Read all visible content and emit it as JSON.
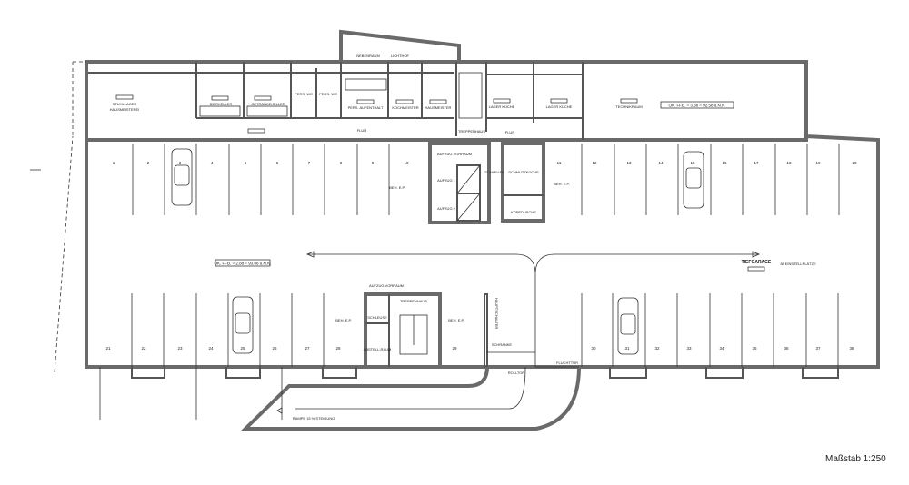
{
  "plan": {
    "scale_label": "Maßstab 1:250",
    "level_upper": "OK. FFB. = 3.38 = 92.58 ü.N.N.",
    "level_garage": "OK. FFB. = 2.88 = 93.08 ü.N.N.",
    "rooms": {
      "lichthof": "LICHTHOF",
      "vorraum": "NEBENRAUM",
      "stuhllager": "STUHLLAGER",
      "stuhllager2": "HAUSMEISTEREI",
      "bierkeller": "BIERKELLER",
      "getraenke": "GETRÄNKEKELLER",
      "wc1": "PERS. WC",
      "wc2": "PERS. WC",
      "aufenthalt": "PERS. AUFENTHALT",
      "kochmeister": "KOCHMEISTER",
      "hausmeister": "HAUSMEISTER",
      "lager1": "LAGER KÜCHE",
      "lager2": "LAGER KÜCHE",
      "technik": "TECHNIKRAUM",
      "flur1": "FLUR",
      "flur2": "FLUR",
      "treppenhaus": "TREPPENHAUS",
      "aufzug_vorraum": "AUFZUG VORRAUM",
      "aufzug1": "AUFZUG 1",
      "aufzug2": "AUFZUG 2",
      "schleuse": "SCHLEUSE",
      "schmutz": "SCHMUTZKÜCHE",
      "kopf": "KOPFDUSCHE",
      "tiefgarage": "TIEFGARAGE",
      "plaetze": "38 EINSTELLPLÄTZE",
      "beh_top_l": "BEH. E.P.",
      "beh_top_r": "BEH. E.P.",
      "beh_bot_l": "BEH. E.P.",
      "beh_bot_r": "BEH. E.P.",
      "aufzug_vorraum2": "AUFZUG VORRAUM",
      "treppenhaus2": "TREPPENHAUS",
      "schleuse2": "SCHLEUSE",
      "abstell": "ABSTELL-RAUM",
      "schranke": "SCHRANKE",
      "rolltor": "ROLLTOR",
      "fluchttuer": "FLUCHTTÜR",
      "rampe": "RAMPE 15 % STEIGUNG",
      "hauptschalter": "HAUPTSCHALTER"
    },
    "spaces_top": [
      "1",
      "2",
      "3",
      "4",
      "5",
      "6",
      "7",
      "8",
      "9",
      "10",
      "11",
      "12",
      "13",
      "14",
      "15",
      "16",
      "17",
      "18",
      "19",
      "20"
    ],
    "spaces_bottom": [
      "21",
      "22",
      "23",
      "24",
      "25",
      "26",
      "27",
      "28",
      "29",
      "30",
      "31",
      "32",
      "33",
      "34",
      "35",
      "36",
      "37",
      "38"
    ]
  }
}
